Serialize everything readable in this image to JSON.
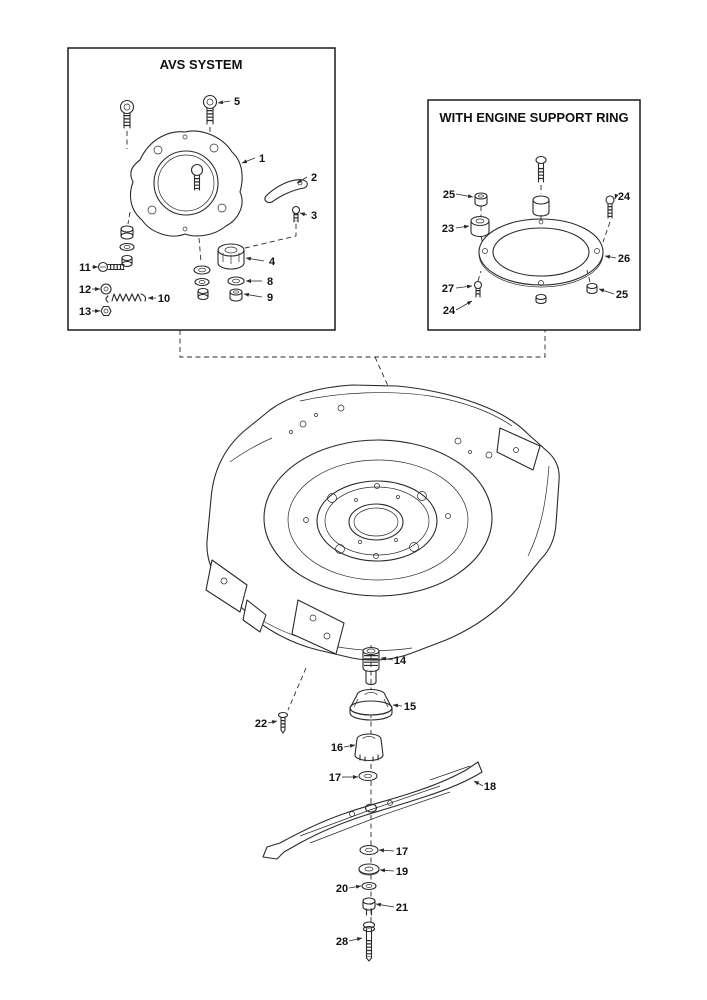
{
  "page": {
    "background": "#ffffff"
  },
  "colors": {
    "line": "#2a2a2a",
    "text": "#111111"
  },
  "boxes": {
    "avs": {
      "title": "AVS SYSTEM"
    },
    "engine_support": {
      "title": "WITH ENGINE SUPPORT RING"
    }
  },
  "callouts": [
    {
      "label": "5"
    },
    {
      "label": "1"
    },
    {
      "label": "2"
    },
    {
      "label": "3"
    },
    {
      "label": "4"
    },
    {
      "label": "8"
    },
    {
      "label": "9"
    },
    {
      "label": "11"
    },
    {
      "label": "12"
    },
    {
      "label": "10"
    },
    {
      "label": "13"
    },
    {
      "label": "25"
    },
    {
      "label": "23"
    },
    {
      "label": "24"
    },
    {
      "label": "26"
    },
    {
      "label": "27"
    },
    {
      "label": "25"
    },
    {
      "label": "24"
    },
    {
      "label": "14"
    },
    {
      "label": "15"
    },
    {
      "label": "22"
    },
    {
      "label": "16"
    },
    {
      "label": "17"
    },
    {
      "label": "18"
    },
    {
      "label": "17"
    },
    {
      "label": "19"
    },
    {
      "label": "20"
    },
    {
      "label": "21"
    },
    {
      "label": "28"
    }
  ]
}
